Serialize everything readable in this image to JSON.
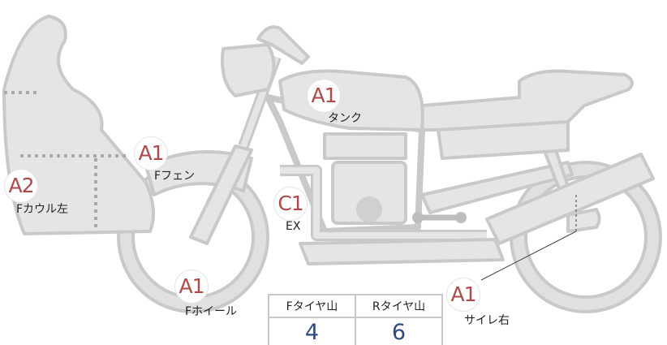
{
  "parts": [
    {
      "code": "A1",
      "name": "タンク"
    },
    {
      "code": "A1",
      "name": "Fフェン"
    },
    {
      "code": "A2",
      "name": "Fカウル左"
    },
    {
      "code": "C1",
      "name": "EX"
    },
    {
      "code": "A1",
      "name": "Fホイール"
    },
    {
      "code": "A1",
      "name": "サイレ右"
    }
  ],
  "tire_table": {
    "headers": [
      "Fタイヤ山",
      "Rタイヤ山"
    ],
    "values": [
      "4",
      "6"
    ]
  },
  "colors": {
    "body": "#e5e5e3",
    "outline": "#c9c9c7",
    "code": "#b04a4a",
    "value": "#2e4a7e"
  }
}
